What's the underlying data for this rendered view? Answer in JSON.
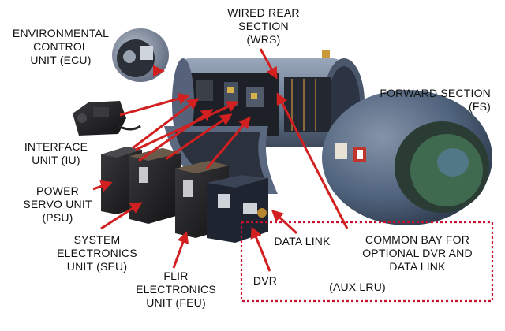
{
  "labels": {
    "wrs": [
      "WIRED REAR",
      "SECTION",
      "(WRS)"
    ],
    "ecu": [
      "ENVIRONMENTAL",
      "CONTROL",
      "UNIT (ECU)"
    ],
    "fs": [
      "FORWARD SECTION",
      "(FS)"
    ],
    "iu": [
      "INTERFACE",
      "UNIT (IU)"
    ],
    "psu": [
      "POWER",
      "SERVO UNIT",
      "(PSU)"
    ],
    "seu": [
      "SYSTEM",
      "ELECTRONICS",
      "UNIT (SEU)"
    ],
    "feu": [
      "FLIR",
      "ELECTRONICS",
      "UNIT (FEU)"
    ],
    "datalink": "DATA LINK",
    "dvr": "DVR",
    "common": [
      "COMMON BAY FOR",
      "OPTIONAL DVR AND",
      "DATA LINK"
    ],
    "aux": "(AUX LRU)"
  },
  "colors": {
    "arrow": "#d21f1f",
    "dotted_box": "#c8102e",
    "cylinder": "#6f7f96",
    "hardware_dark": "#1c1c1e",
    "sphere": "#4f627c"
  }
}
